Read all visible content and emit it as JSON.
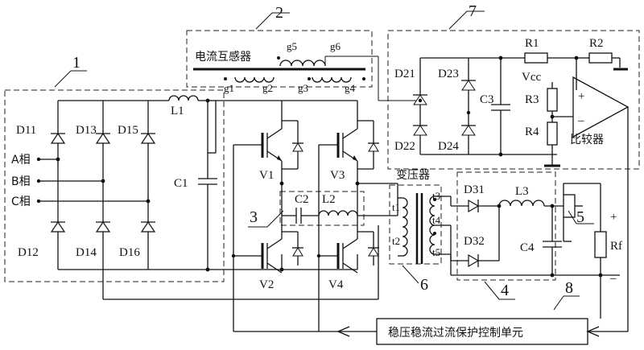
{
  "blocks": {
    "b1": "1",
    "b2": "2",
    "b3": "3",
    "b4": "4",
    "b5": "5",
    "b6": "6",
    "b7": "7",
    "b8": "8"
  },
  "rectifier": {
    "diodes": [
      "D11",
      "D13",
      "D15",
      "D12",
      "D14",
      "D16"
    ],
    "phases": [
      "A相",
      "B相",
      "C相"
    ],
    "inductor": "L1",
    "capacitor": "C1"
  },
  "current_transformer": {
    "title": "电流互感器",
    "windings": [
      "g1",
      "g2",
      "g3",
      "g4",
      "g5",
      "g6"
    ]
  },
  "bridge": {
    "switches": [
      "V1",
      "V3",
      "V2",
      "V4"
    ],
    "capacitor": "C2",
    "inductor": "L2"
  },
  "transformer": {
    "title": "变压器",
    "taps": [
      "t1",
      "t2",
      "t3",
      "t4",
      "t5"
    ]
  },
  "output": {
    "diodes": [
      "D31",
      "D32"
    ],
    "inductor": "L3",
    "capacitor": "C4",
    "load": "Rf",
    "plus": "+",
    "minus": "–"
  },
  "comparator": {
    "diodes": [
      "D21",
      "D23",
      "D22",
      "D24"
    ],
    "capacitor": "C3",
    "resistors": [
      "R1",
      "R2",
      "R3",
      "R4"
    ],
    "supply": "Vcc",
    "label": "比较器",
    "plus": "+",
    "minus": "–"
  },
  "control_unit": {
    "label": "稳压稳流过流保护控制单元"
  }
}
